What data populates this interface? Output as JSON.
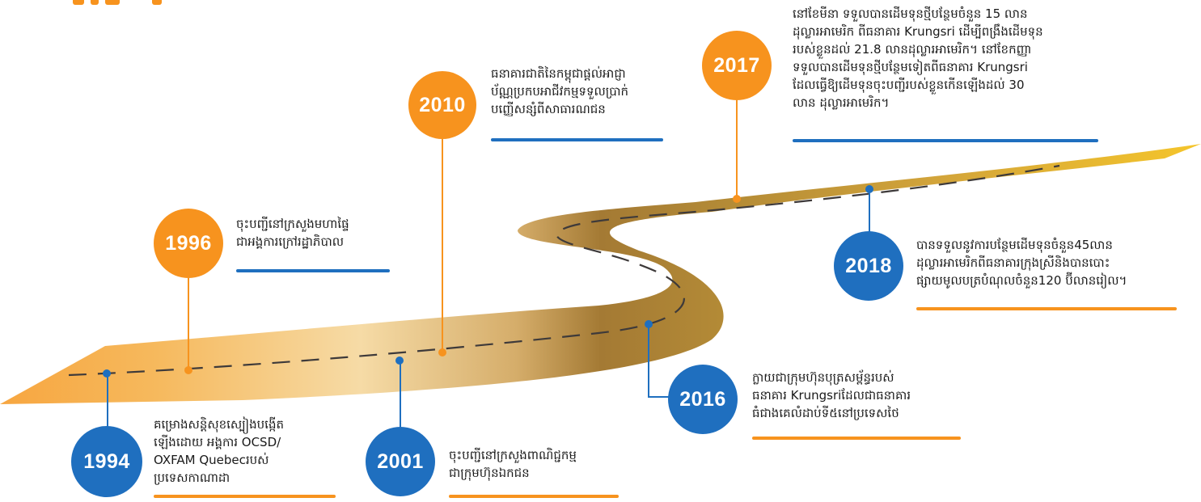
{
  "colors": {
    "accent_orange": "#f7931e",
    "accent_blue": "#1f6fbf",
    "road_dark": "#a27a2e",
    "road_light": "#f3dca8"
  },
  "timeline": {
    "events": [
      {
        "year": "1994",
        "text": "គម្រោងសន្តិសុខស្បៀងបង្កើត\nឡើងដោយ អង្គការ OCSD/\nOXFAM Quebecរបស់\nប្រទេសកាណាដា"
      },
      {
        "year": "1996",
        "text": "ចុះបញ្ជីនៅក្រសួងមហាផ្ទៃ\nជាអង្គការក្រៅរដ្ឋាភិបាល"
      },
      {
        "year": "2001",
        "text": "ចុះបញ្ជីនៅក្រសួងពាណិជ្ជកម្ម\nជាក្រុមហ៊ុនឯកជន"
      },
      {
        "year": "2010",
        "text": "ធនាគារជាតិនៃកម្ពុជាផ្តល់អាជ្ញា\nប័ណ្ណប្រកបអាជីវកម្មទទួលប្រាក់\nបញ្ញើសន្សំពីសាធារណជន"
      },
      {
        "year": "2016",
        "text": "ក្លាយជាក្រុមហ៊ុនបុត្រសម្ព័ន្ធរបស់\nធនាគារ Krungsriដែលជាធនាគារ\nធំជាងគេលំដាប់ទី៥នៅប្រទេសថៃ"
      },
      {
        "year": "2017",
        "text": "នៅខែមីនា ទទួលបានដើមទុនថ្មីបន្ថែមចំនួន 15 លាន\nដុល្លារអាមេរិក ពីធនាគារ Krungsri ដើម្បីពង្រឹងដើមទុន\nរបស់ខ្លួនដល់ 21.8 លានដុល្លារអាមេរិក។ នៅខែកញ្ញា\nទទួលបានដើមទុនថ្មីបន្ថែមទៀតពីធនាគារ Krungsri\nដែលធ្វើឱ្យដើមទុនចុះបញ្ជីរបស់ខ្លួនកើនឡើងដល់ 30\nលាន ដុល្លារអាមេរិក។"
      },
      {
        "year": "2018",
        "text": "បានទទួលនូវការបន្ថែមដើមទុនចំនួន45លាន\nដុល្លារអាមេរិកពីធនាគារក្រុងស្រីនិងបានបោះ\nផ្សាយមូលបត្របំណុលចំនួន120 ប៊ីលានរៀល។"
      }
    ]
  }
}
